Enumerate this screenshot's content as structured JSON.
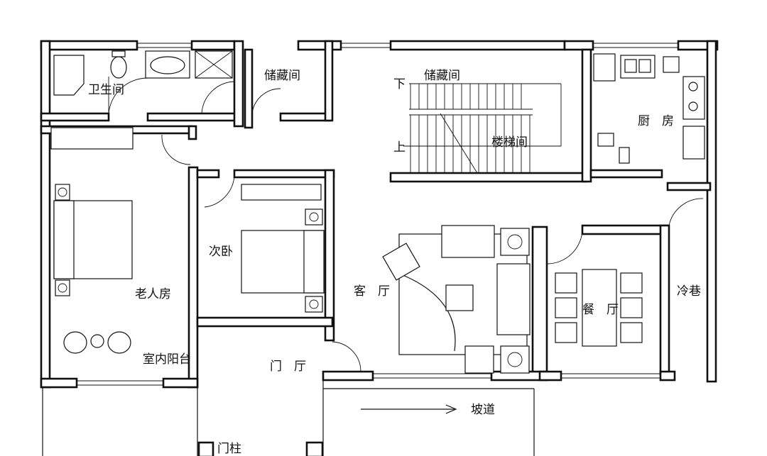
{
  "rooms": {
    "bathroom": "卫生间",
    "storage_left": "储藏间",
    "storage_stair": "储藏间",
    "kitchen": "厨　房",
    "stair_down": "下",
    "stair_up": "上",
    "stairwell": "楼梯间",
    "elder_room": "老人房",
    "second_bedroom": "次卧",
    "living_room": "客　厅",
    "dining_room": "餐　厅",
    "cold_lane": "冷巷",
    "indoor_balcony": "室内阳台",
    "foyer": "门　厅",
    "ramp": "坡道",
    "gate_pillar": "门柱"
  }
}
